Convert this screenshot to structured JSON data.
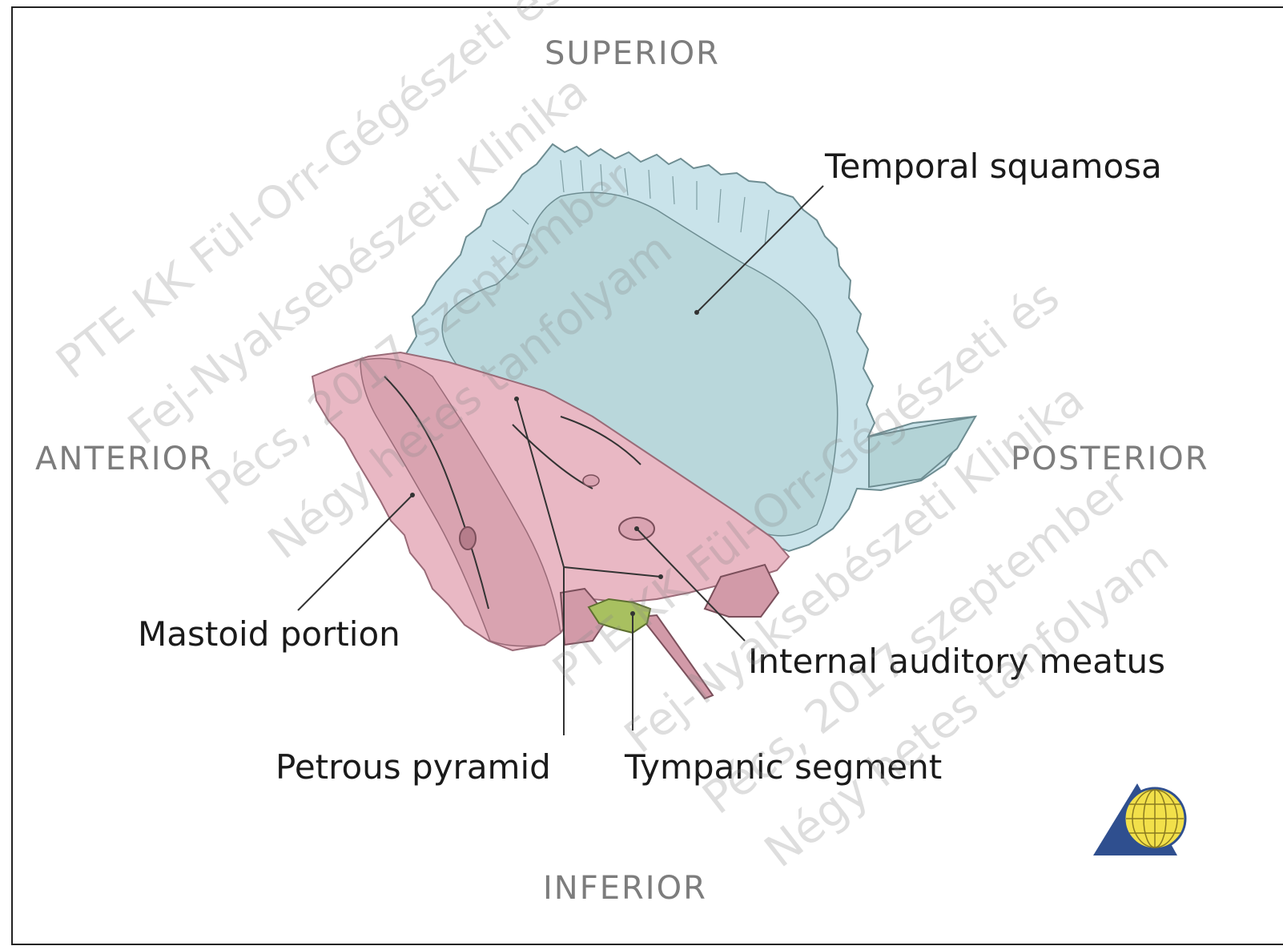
{
  "orientation": {
    "superior": "SUPERIOR",
    "inferior": "INFERIOR",
    "anterior": "ANTERIOR",
    "posterior": "POSTERIOR"
  },
  "labels": {
    "temporal_squamosa": "Temporal squamosa",
    "mastoid_portion": "Mastoid portion",
    "internal_auditory_meatus": "Internal auditory meatus",
    "petrous_pyramid": "Petrous pyramid",
    "tympanic_segment": "Tympanic segment"
  },
  "watermark": {
    "line1": "PTE KK Fül-Orr-Gégészeti és",
    "line2": "Fej-Nyaksebészeti Klinika",
    "line3": "Pécs, 2017 szeptember",
    "line4": "Négy hetes tanfolyam"
  },
  "colors": {
    "squamosa": "#c9e3ea",
    "squamosa_inner": "#b3d3d6",
    "petrous": "#e9b8c4",
    "petrous_dark": "#d29aa8",
    "tympanic": "#a8c060",
    "logo_blue": "#2f4f8f",
    "logo_yellow": "#f2e04a"
  }
}
